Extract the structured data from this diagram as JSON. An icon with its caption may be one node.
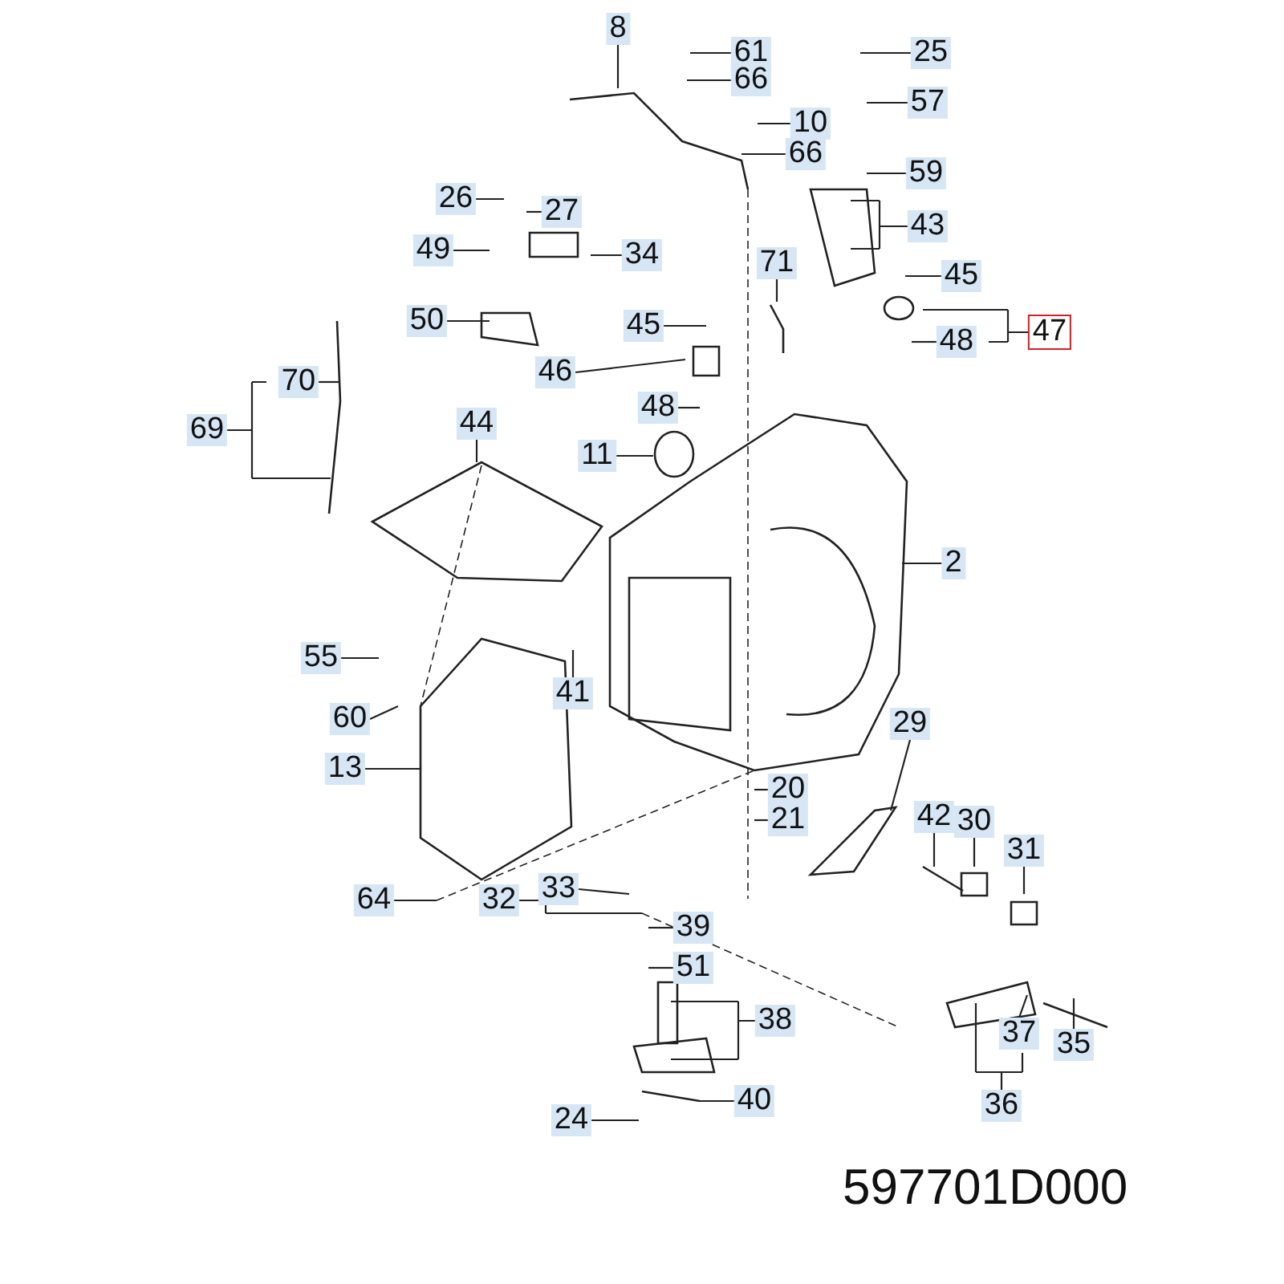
{
  "diagram": {
    "nodes": [
      {
        "text": [
          "8"
        ]
      },
      {
        "text": [
          "61"
        ]
      },
      {
        "text": [
          "25"
        ]
      },
      {
        "text": [
          "66"
        ]
      },
      {
        "text": [
          "57"
        ]
      },
      {
        "text": [
          "10"
        ]
      },
      {
        "text": [
          "66"
        ]
      },
      {
        "text": [
          "59"
        ]
      },
      {
        "text": [
          "26"
        ]
      },
      {
        "text": [
          "27"
        ]
      },
      {
        "text": [
          "34"
        ]
      },
      {
        "text": [
          "43"
        ]
      },
      {
        "text": [
          "49"
        ]
      },
      {
        "text": [
          "71"
        ]
      },
      {
        "text": [
          "45"
        ]
      },
      {
        "text": [
          "50"
        ]
      },
      {
        "text": [
          "47"
        ]
      },
      {
        "text": [
          "45"
        ]
      },
      {
        "text": [
          "48"
        ]
      },
      {
        "text": [
          "46"
        ]
      },
      {
        "text": [
          "48"
        ]
      },
      {
        "text": [
          "70"
        ]
      },
      {
        "text": [
          "69"
        ]
      },
      {
        "text": [
          "44"
        ]
      },
      {
        "text": [
          "11"
        ]
      },
      {
        "text": [
          "2"
        ]
      },
      {
        "text": [
          "55"
        ]
      },
      {
        "text": [
          "41"
        ]
      },
      {
        "text": [
          "60"
        ]
      },
      {
        "text": [
          "13"
        ]
      },
      {
        "text": [
          "29"
        ]
      },
      {
        "text": [
          "20"
        ]
      },
      {
        "text": [
          "21"
        ]
      },
      {
        "text": [
          "42"
        ]
      },
      {
        "text": [
          "30"
        ]
      },
      {
        "text": [
          "31"
        ]
      },
      {
        "text": [
          "64"
        ]
      },
      {
        "text": [
          "32"
        ]
      },
      {
        "text": [
          "33"
        ]
      },
      {
        "text": [
          "39"
        ]
      },
      {
        "text": [
          "51"
        ]
      },
      {
        "text": [
          "38"
        ]
      },
      {
        "text": [
          "37"
        ]
      },
      {
        "text": [
          "35"
        ]
      },
      {
        "text": [
          "36"
        ]
      },
      {
        "text": [
          "40"
        ]
      },
      {
        "text": [
          "24"
        ]
      }
    ],
    "edges": [
      {
        "from": 0,
        "to": null,
        "arrow": "none"
      },
      {
        "from": 1,
        "to": null,
        "arrow": "none"
      },
      {
        "from": 2,
        "to": null,
        "arrow": "none"
      },
      {
        "from": 3,
        "to": null,
        "arrow": "none"
      },
      {
        "from": 4,
        "to": null,
        "arrow": "none"
      },
      {
        "from": 5,
        "to": null,
        "arrow": "none"
      },
      {
        "from": 6,
        "to": null,
        "arrow": "none"
      },
      {
        "from": 7,
        "to": null,
        "arrow": "none"
      },
      {
        "from": 8,
        "to": null,
        "arrow": "none"
      },
      {
        "from": 9,
        "to": null,
        "arrow": "none"
      },
      {
        "from": 10,
        "to": null,
        "arrow": "none"
      },
      {
        "from": 11,
        "to": null,
        "arrow": "none"
      },
      {
        "from": 12,
        "to": null,
        "arrow": "none"
      },
      {
        "from": 13,
        "to": null,
        "arrow": "none"
      },
      {
        "from": 14,
        "to": null,
        "arrow": "none"
      },
      {
        "from": 15,
        "to": null,
        "arrow": "none"
      },
      {
        "from": 16,
        "to": null,
        "arrow": "none"
      },
      {
        "from": 17,
        "to": null,
        "arrow": "none"
      },
      {
        "from": 18,
        "to": null,
        "arrow": "none"
      },
      {
        "from": 19,
        "to": null,
        "arrow": "none"
      },
      {
        "from": 20,
        "to": null,
        "arrow": "none"
      },
      {
        "from": 21,
        "to": null,
        "arrow": "none"
      },
      {
        "from": 22,
        "to": null,
        "arrow": "none"
      },
      {
        "from": 23,
        "to": null,
        "arrow": "none"
      },
      {
        "from": 24,
        "to": null,
        "arrow": "none"
      },
      {
        "from": 25,
        "to": null,
        "arrow": "none"
      },
      {
        "from": 26,
        "to": null,
        "arrow": "none"
      },
      {
        "from": 27,
        "to": null,
        "arrow": "none"
      },
      {
        "from": 28,
        "to": null,
        "arrow": "none"
      },
      {
        "from": 29,
        "to": null,
        "arrow": "none"
      },
      {
        "from": 30,
        "to": null,
        "arrow": "none"
      },
      {
        "from": 31,
        "to": null,
        "arrow": "none"
      },
      {
        "from": 32,
        "to": null,
        "arrow": "none"
      },
      {
        "from": 33,
        "to": null,
        "arrow": "none"
      },
      {
        "from": 34,
        "to": null,
        "arrow": "none"
      },
      {
        "from": 35,
        "to": null,
        "arrow": "none"
      },
      {
        "from": 36,
        "to": null,
        "arrow": "none"
      },
      {
        "from": 37,
        "to": null,
        "arrow": "none"
      },
      {
        "from": 38,
        "to": null,
        "arrow": "none"
      },
      {
        "from": 39,
        "to": null,
        "arrow": "none"
      },
      {
        "from": 40,
        "to": null,
        "arrow": "none"
      },
      {
        "from": 41,
        "to": null,
        "arrow": "none"
      },
      {
        "from": 42,
        "to": null,
        "arrow": "none"
      },
      {
        "from": 43,
        "to": null,
        "arrow": "none"
      },
      {
        "from": 44,
        "to": null,
        "arrow": "none"
      },
      {
        "from": 45,
        "to": null,
        "arrow": "none"
      },
      {
        "from": 46,
        "to": null,
        "arrow": "none"
      }
    ],
    "labels": [
      "597701D000"
    ]
  }
}
